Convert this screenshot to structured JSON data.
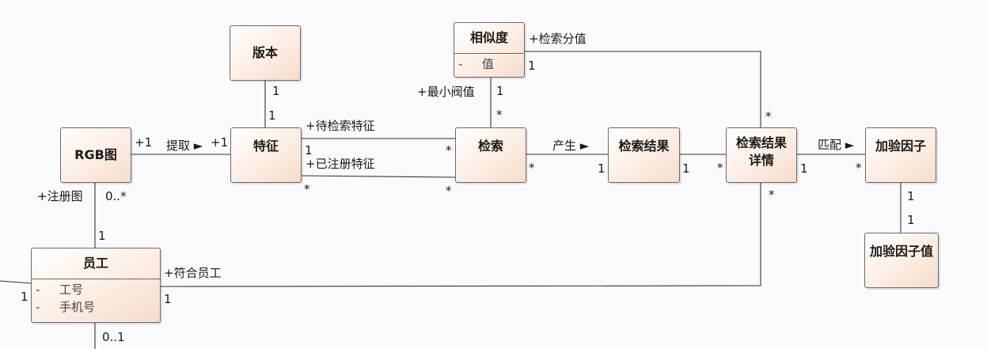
{
  "classes": {
    "banben": {
      "name": "版本"
    },
    "xiangsidu": {
      "name": "相似度",
      "attrs": [
        {
          "vis": "-",
          "name": "值"
        }
      ]
    },
    "rgbtu": {
      "name": "RGB图"
    },
    "tezheng": {
      "name": "特征"
    },
    "jiansuo": {
      "name": "检索"
    },
    "jiansuojieguo": {
      "name": "检索结果"
    },
    "jiansuojieguoxiangqing": {
      "name_line1": "检索结果",
      "name_line2": "详情"
    },
    "jiayanyinzi": {
      "name": "加验因子"
    },
    "jiayanyinzizhi": {
      "name": "加验因子值"
    },
    "yuangong": {
      "name": "员工",
      "attrs": [
        {
          "vis": "-",
          "name": "工号"
        },
        {
          "vis": "-",
          "name": "手机号"
        }
      ]
    }
  },
  "labels": {
    "banben_mult": "1",
    "tezheng_banben_mult": "1",
    "rgb_mult": "+1",
    "tiqu": "提取 ►",
    "tezheng_rgb_mult": "+1",
    "zhuceotu": "+注册图",
    "rgb_yuangong_mult": "0..*",
    "yuangong_rgb_mult": "1",
    "daijiansuo": "+待检索特征",
    "daijiansuo_left_mult": "1",
    "daijiansuo_right_mult": "*",
    "yizhuce": "+已注册特征",
    "yizhuce_left_mult": "*",
    "yizhuce_right_mult": "*",
    "zuixiaofazhi": "+最小阀值",
    "xiangsidu_jiansuo_mult": "1",
    "jiansuo_xiangsidu_mult": "*",
    "jiansuofenzhi": "+检索分值",
    "xiangsidu_xiangqing_mult": "1",
    "xiangqing_xiangsidu_mult": "*",
    "chansheng": "产生 ►",
    "jiansuo_jieguo_mult": "*",
    "jieguo_jiansuo_mult": "1",
    "jieguo_xiangqing_mult": "1",
    "xiangqing_jieguo_mult": "*",
    "pipei": "匹配 ►",
    "xiangqing_yinzi_mult": "1",
    "yinzi_xiangqing_mult": "*",
    "xiangqing_yuangong_mult": "*",
    "fuheyuangong": "+符合员工",
    "yuangong_xiangqing_mult": "1",
    "yinzi_zhi_mult": "1",
    "zhi_yinzi_mult": "1",
    "yuangong_left_mult": "1",
    "yuangong_bottom_mult": "0..1"
  }
}
